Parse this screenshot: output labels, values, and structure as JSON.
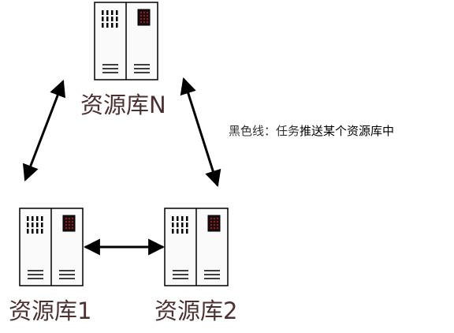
{
  "nodes": {
    "repo_n": {
      "label": "资源库N"
    },
    "repo_1": {
      "label": "资源库1"
    },
    "repo_2": {
      "label": "资源库2"
    }
  },
  "legend": {
    "prefix": "黑色线：任务",
    "emphasis": "推送某个资源库中"
  },
  "colors": {
    "line": "#000000",
    "label_text": "#4a3030",
    "server_fill": "#fafafa",
    "server_stroke": "#000000",
    "led": "#8a2020"
  }
}
